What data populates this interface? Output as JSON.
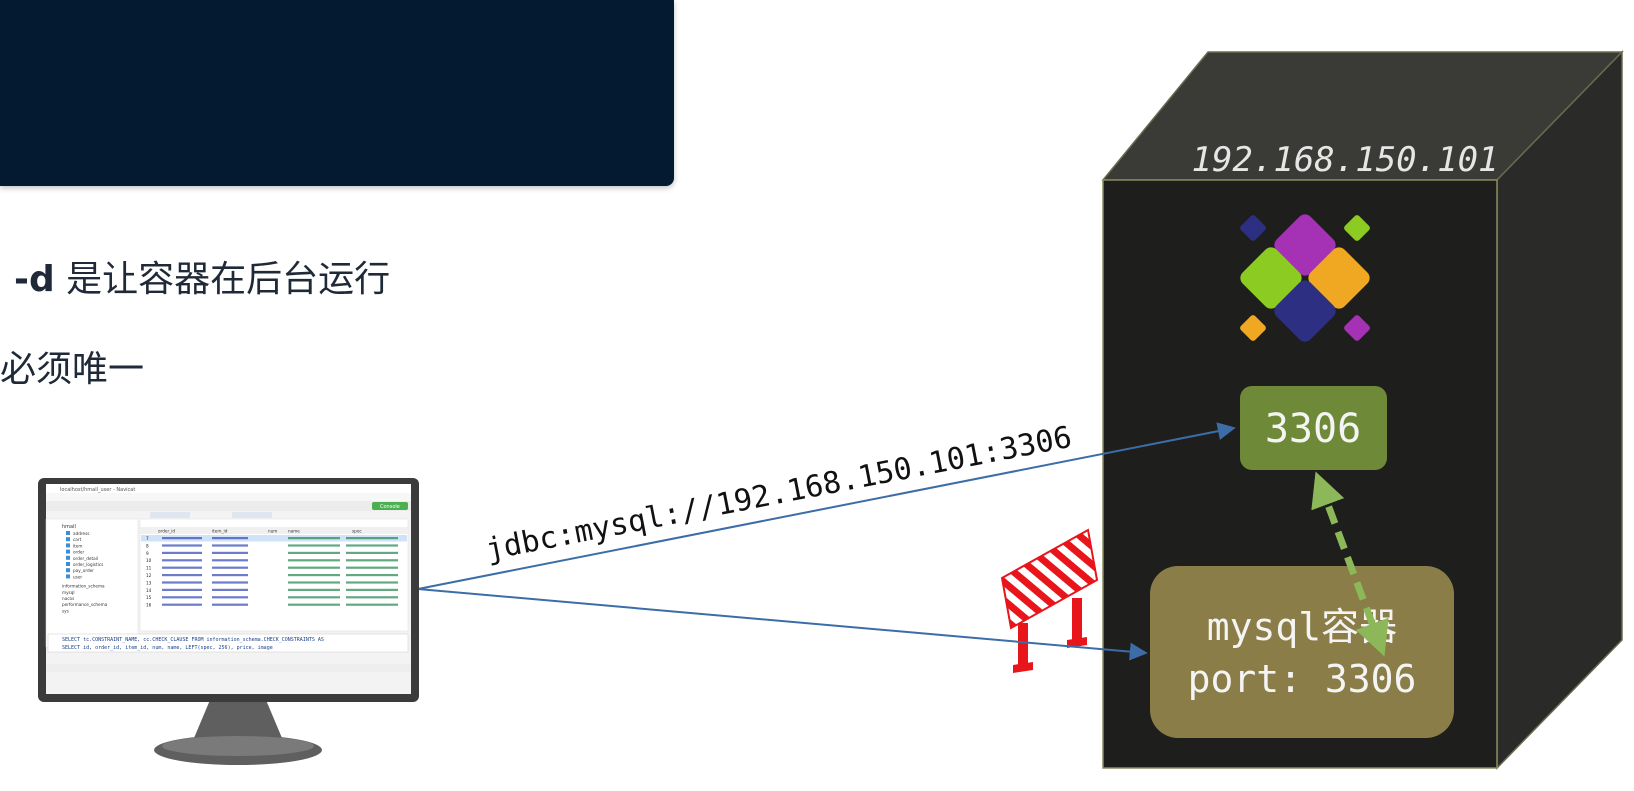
{
  "slide": {
    "bullet_1_flag": "-d",
    "bullet_1_text": " 是让容器在后台运行",
    "bullet_2_text": "必须唯一"
  },
  "server": {
    "ip": "192.168.150.101",
    "host_port": "3306",
    "container_line_1": "mysql容器",
    "container_line_2": "port: 3306"
  },
  "connection": {
    "jdbc_url": "jdbc:mysql://192.168.150.101:3306"
  },
  "client_app": {
    "title": "localhost/hmall_user - Navicat",
    "sidebar_root": "hmall",
    "sidebar_items": [
      "address",
      "cart",
      "item",
      "order",
      "order_detail",
      "order_logistics",
      "pay_order",
      "user"
    ],
    "sidebar_dbs": [
      "information_schema",
      "mysql",
      "nacos",
      "performance_schema",
      "sys"
    ],
    "columns": [
      "order_id",
      "item_id",
      "num",
      "name",
      "spec"
    ],
    "row_ids": [
      "7",
      "8",
      "9",
      "10",
      "11",
      "12",
      "13",
      "14",
      "15",
      "16"
    ],
    "sql_line_1": "SELECT  tc.CONSTRAINT_NAME, cc.CHECK_CLAUSE FROM information_schema.CHECK_CONSTRAINTS AS",
    "sql_line_2": "SELECT  id, order_id, item_id, num, name, LEFT(spec, 256), price, image",
    "console_button": "Console"
  },
  "colors": {
    "panel_dark": "#031a30",
    "server_front": "#1e1e1c",
    "port_box": "#6e8a38",
    "container_box": "#8a7d48",
    "arrow": "#3c6da8",
    "dashed_arrow": "#8db85a",
    "firewall": "#e8151b"
  },
  "icons": [
    "docker-logo-icon",
    "firewall-barrier-icon",
    "monitor-icon"
  ]
}
